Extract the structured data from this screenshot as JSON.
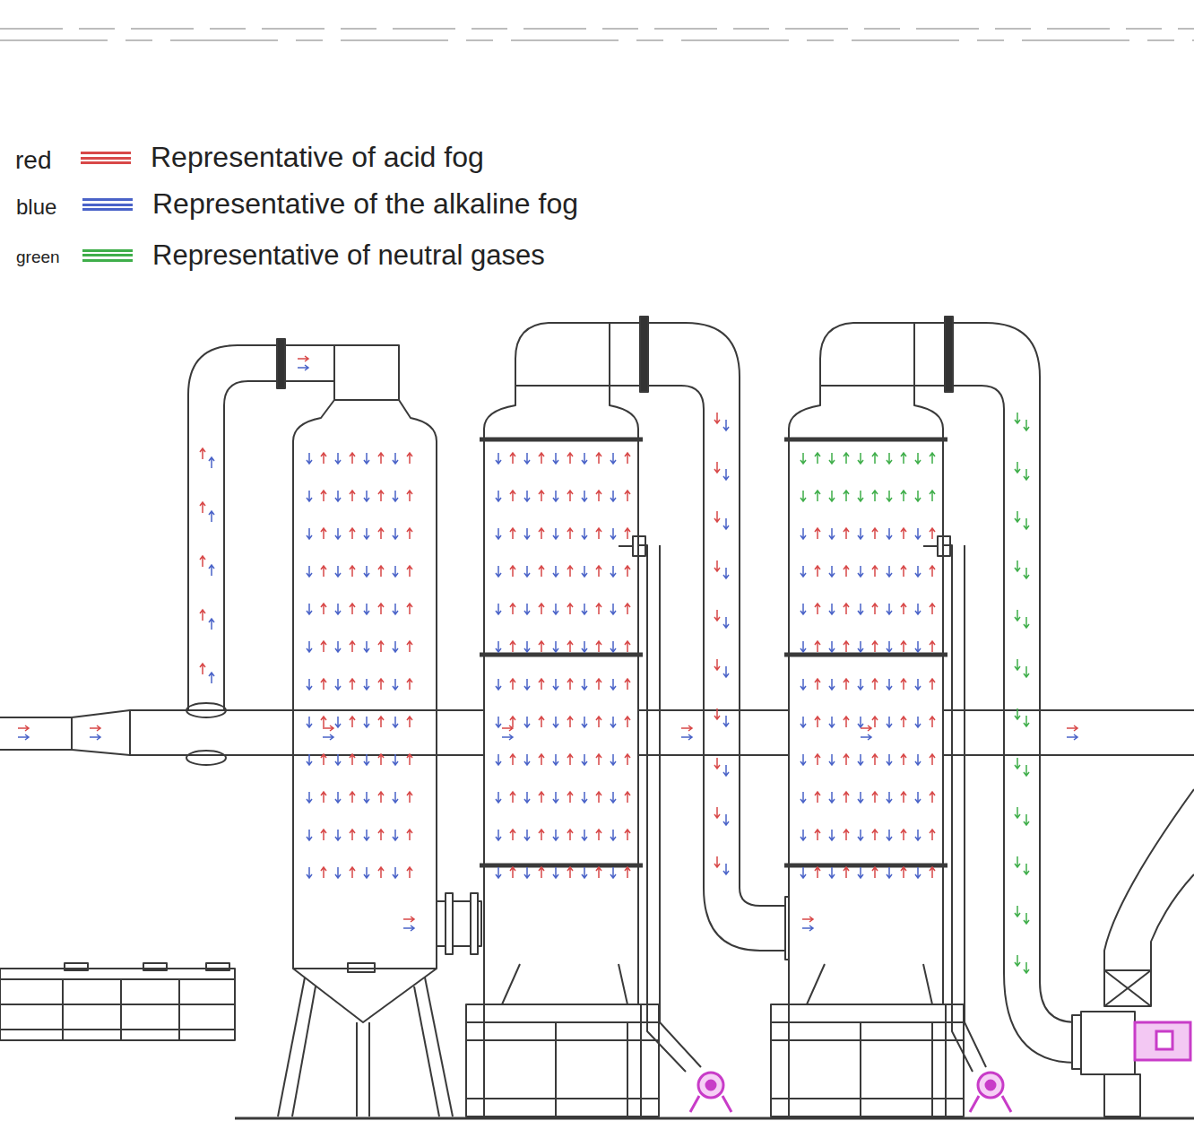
{
  "diagram": {
    "labels": [
      "red",
      "blue",
      "green"
    ],
    "legend": [
      {
        "text": "Representative of acid fog",
        "color": "#d84848"
      },
      {
        "text": "Representative of the alkaline fog",
        "color": "#4a63c8"
      },
      {
        "text": "Representative of neutral gases",
        "color": "#3fae4a"
      }
    ]
  }
}
